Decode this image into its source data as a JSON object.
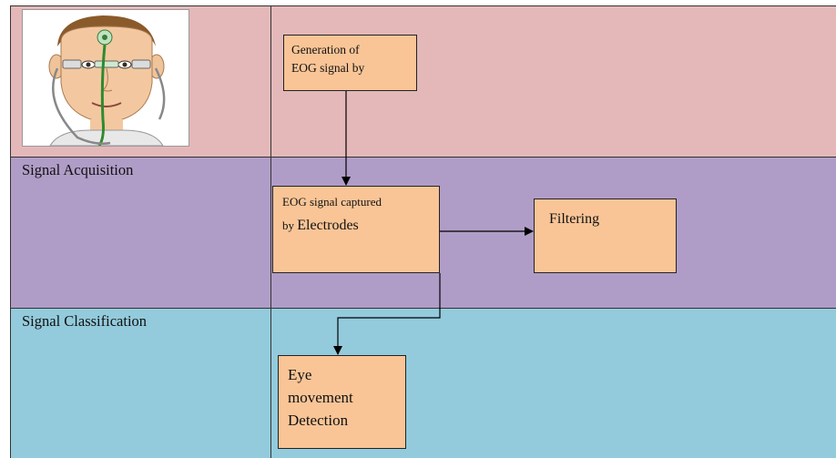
{
  "lanes": [
    {
      "label": "",
      "color": "#e4b8b9"
    },
    {
      "label": "Signal Acquisition",
      "color": "#b09dc7"
    },
    {
      "label": "Signal Classification",
      "color": "#93cbdc"
    }
  ],
  "image": {
    "icon": "eog-face-electrodes-illustration"
  },
  "boxes": {
    "generation": {
      "line1": "Generation of",
      "line2": "EOG signal by"
    },
    "capture": {
      "line1": "EOG signal captured",
      "line2_prefix": "by ",
      "line2_main": "Electrodes"
    },
    "filtering": {
      "text": "Filtering"
    },
    "detection": {
      "line1": "Eye",
      "line2": "movement",
      "line3": "Detection"
    }
  },
  "colors": {
    "box_fill": "#f9c597",
    "arrow": "#000000"
  }
}
